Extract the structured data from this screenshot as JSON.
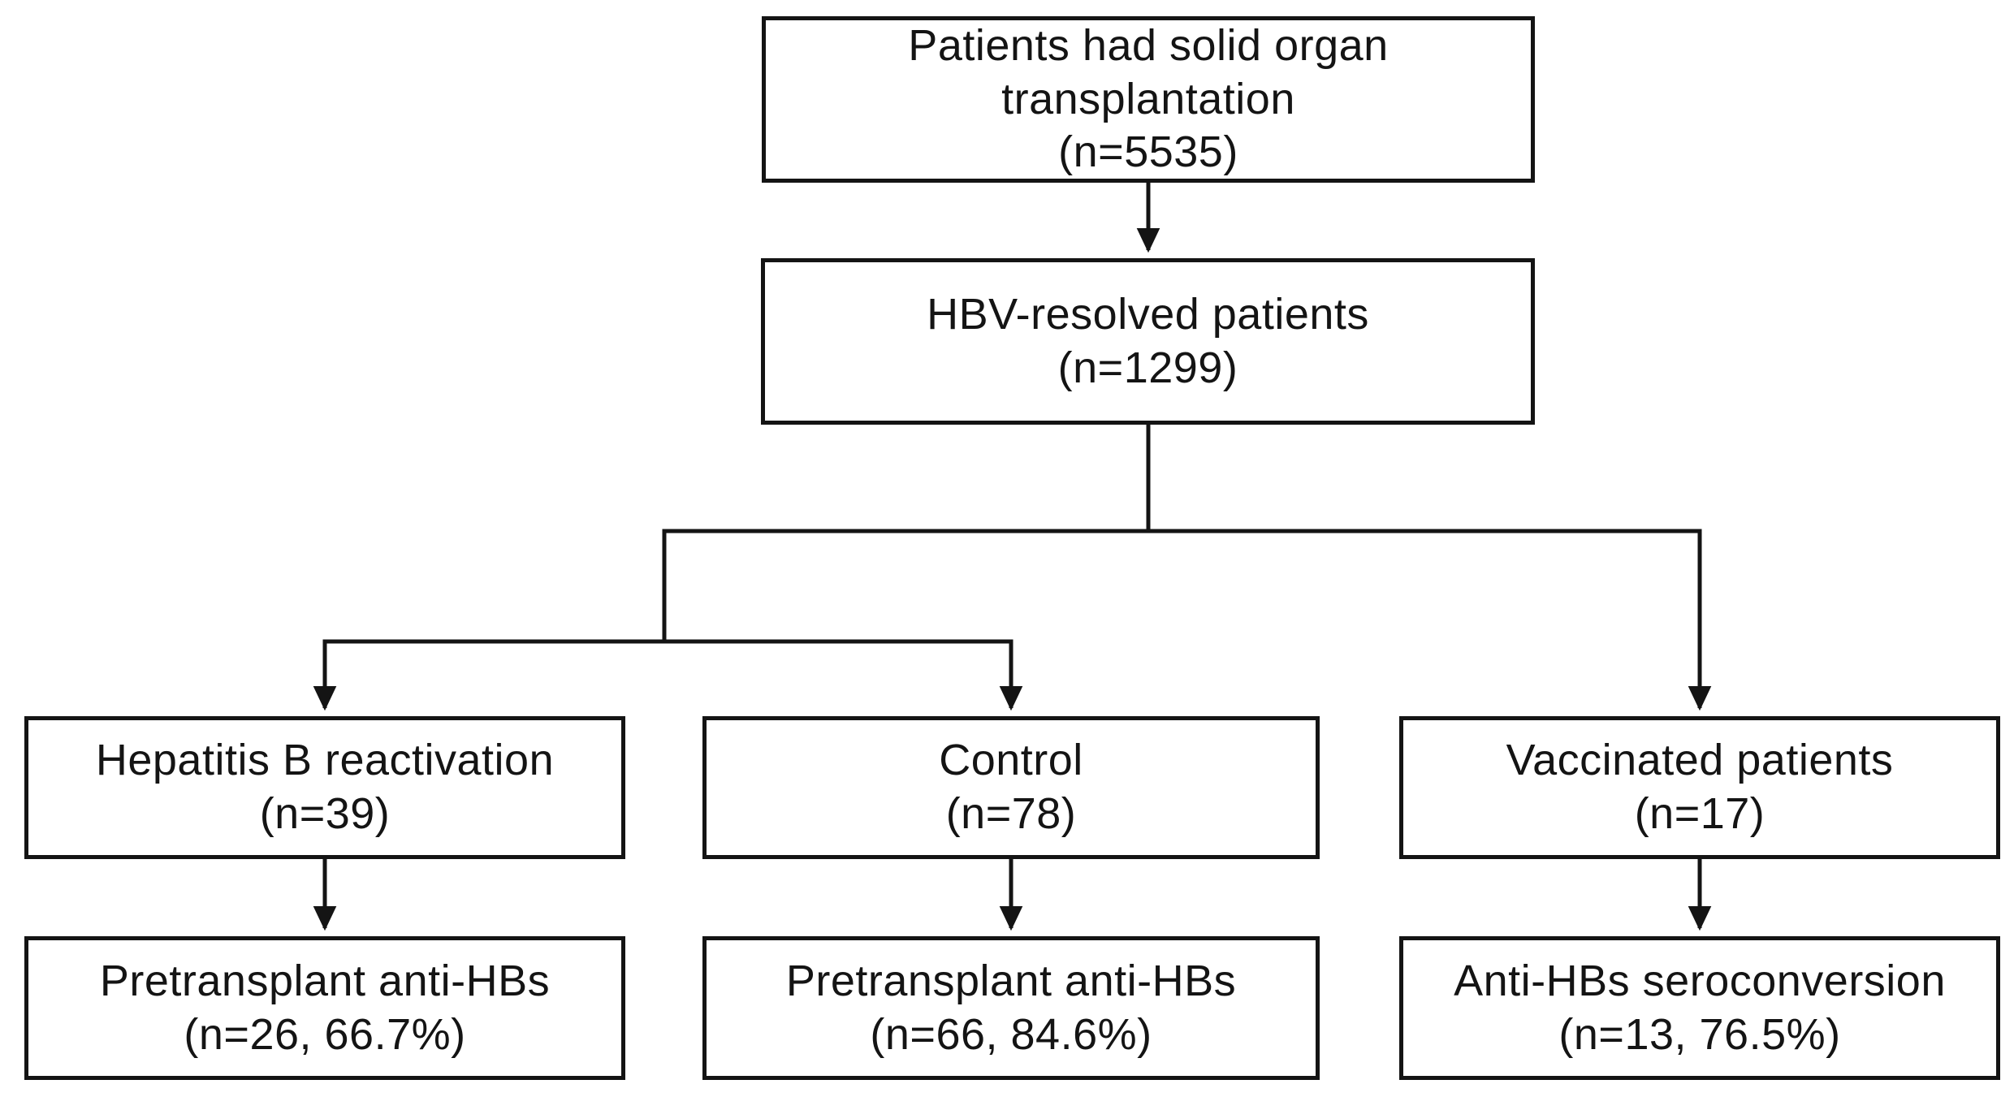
{
  "diagram": {
    "title": "Patient flow diagram",
    "background_color": "#ffffff",
    "line_color": "#141414",
    "box_border_color": "#141414",
    "text_color": "#141414",
    "nodes": {
      "transplant": {
        "lines": [
          "Patients had solid organ",
          "transplantation",
          "(n=5535)"
        ]
      },
      "hbv_resolved": {
        "lines": [
          "HBV-resolved patients",
          "(n=1299)"
        ]
      },
      "reactivation": {
        "lines": [
          "Hepatitis B reactivation",
          "(n=39)"
        ]
      },
      "control": {
        "lines": [
          "Control",
          "(n=78)"
        ]
      },
      "vaccinated": {
        "lines": [
          "Vaccinated patients",
          "(n=17)"
        ]
      },
      "reactivation_antihbs": {
        "lines": [
          "Pretransplant anti-HBs",
          "(n=26, 66.7%)"
        ]
      },
      "control_antihbs": {
        "lines": [
          "Pretransplant anti-HBs",
          "(n=66, 84.6%)"
        ]
      },
      "vaccinated_seroconversion": {
        "lines": [
          "Anti-HBs seroconversion",
          "(n=13, 76.5%)"
        ]
      }
    }
  }
}
